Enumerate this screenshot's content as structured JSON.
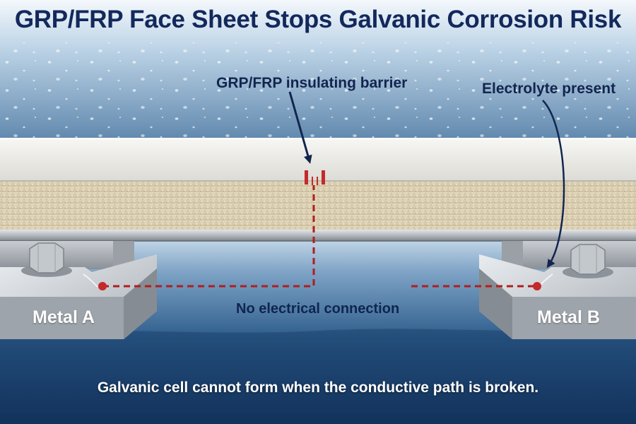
{
  "title": "GRP/FRP Face Sheet Stops Galvanic Corrosion Risk",
  "labels": {
    "barrier": "GRP/FRP insulating barrier",
    "electrolyte": "Electrolyte present",
    "no_connection": "No electrical connection",
    "metal_a": "Metal A",
    "metal_b": "Metal B",
    "caption": "Galvanic cell cannot form when the conductive path is broken."
  },
  "colors": {
    "title": "#13295c",
    "annotation_text": "#13254f",
    "dashed_path": "#b01e1e",
    "electrolyte_arrow": "#13254f",
    "water": "#1f4a78"
  }
}
